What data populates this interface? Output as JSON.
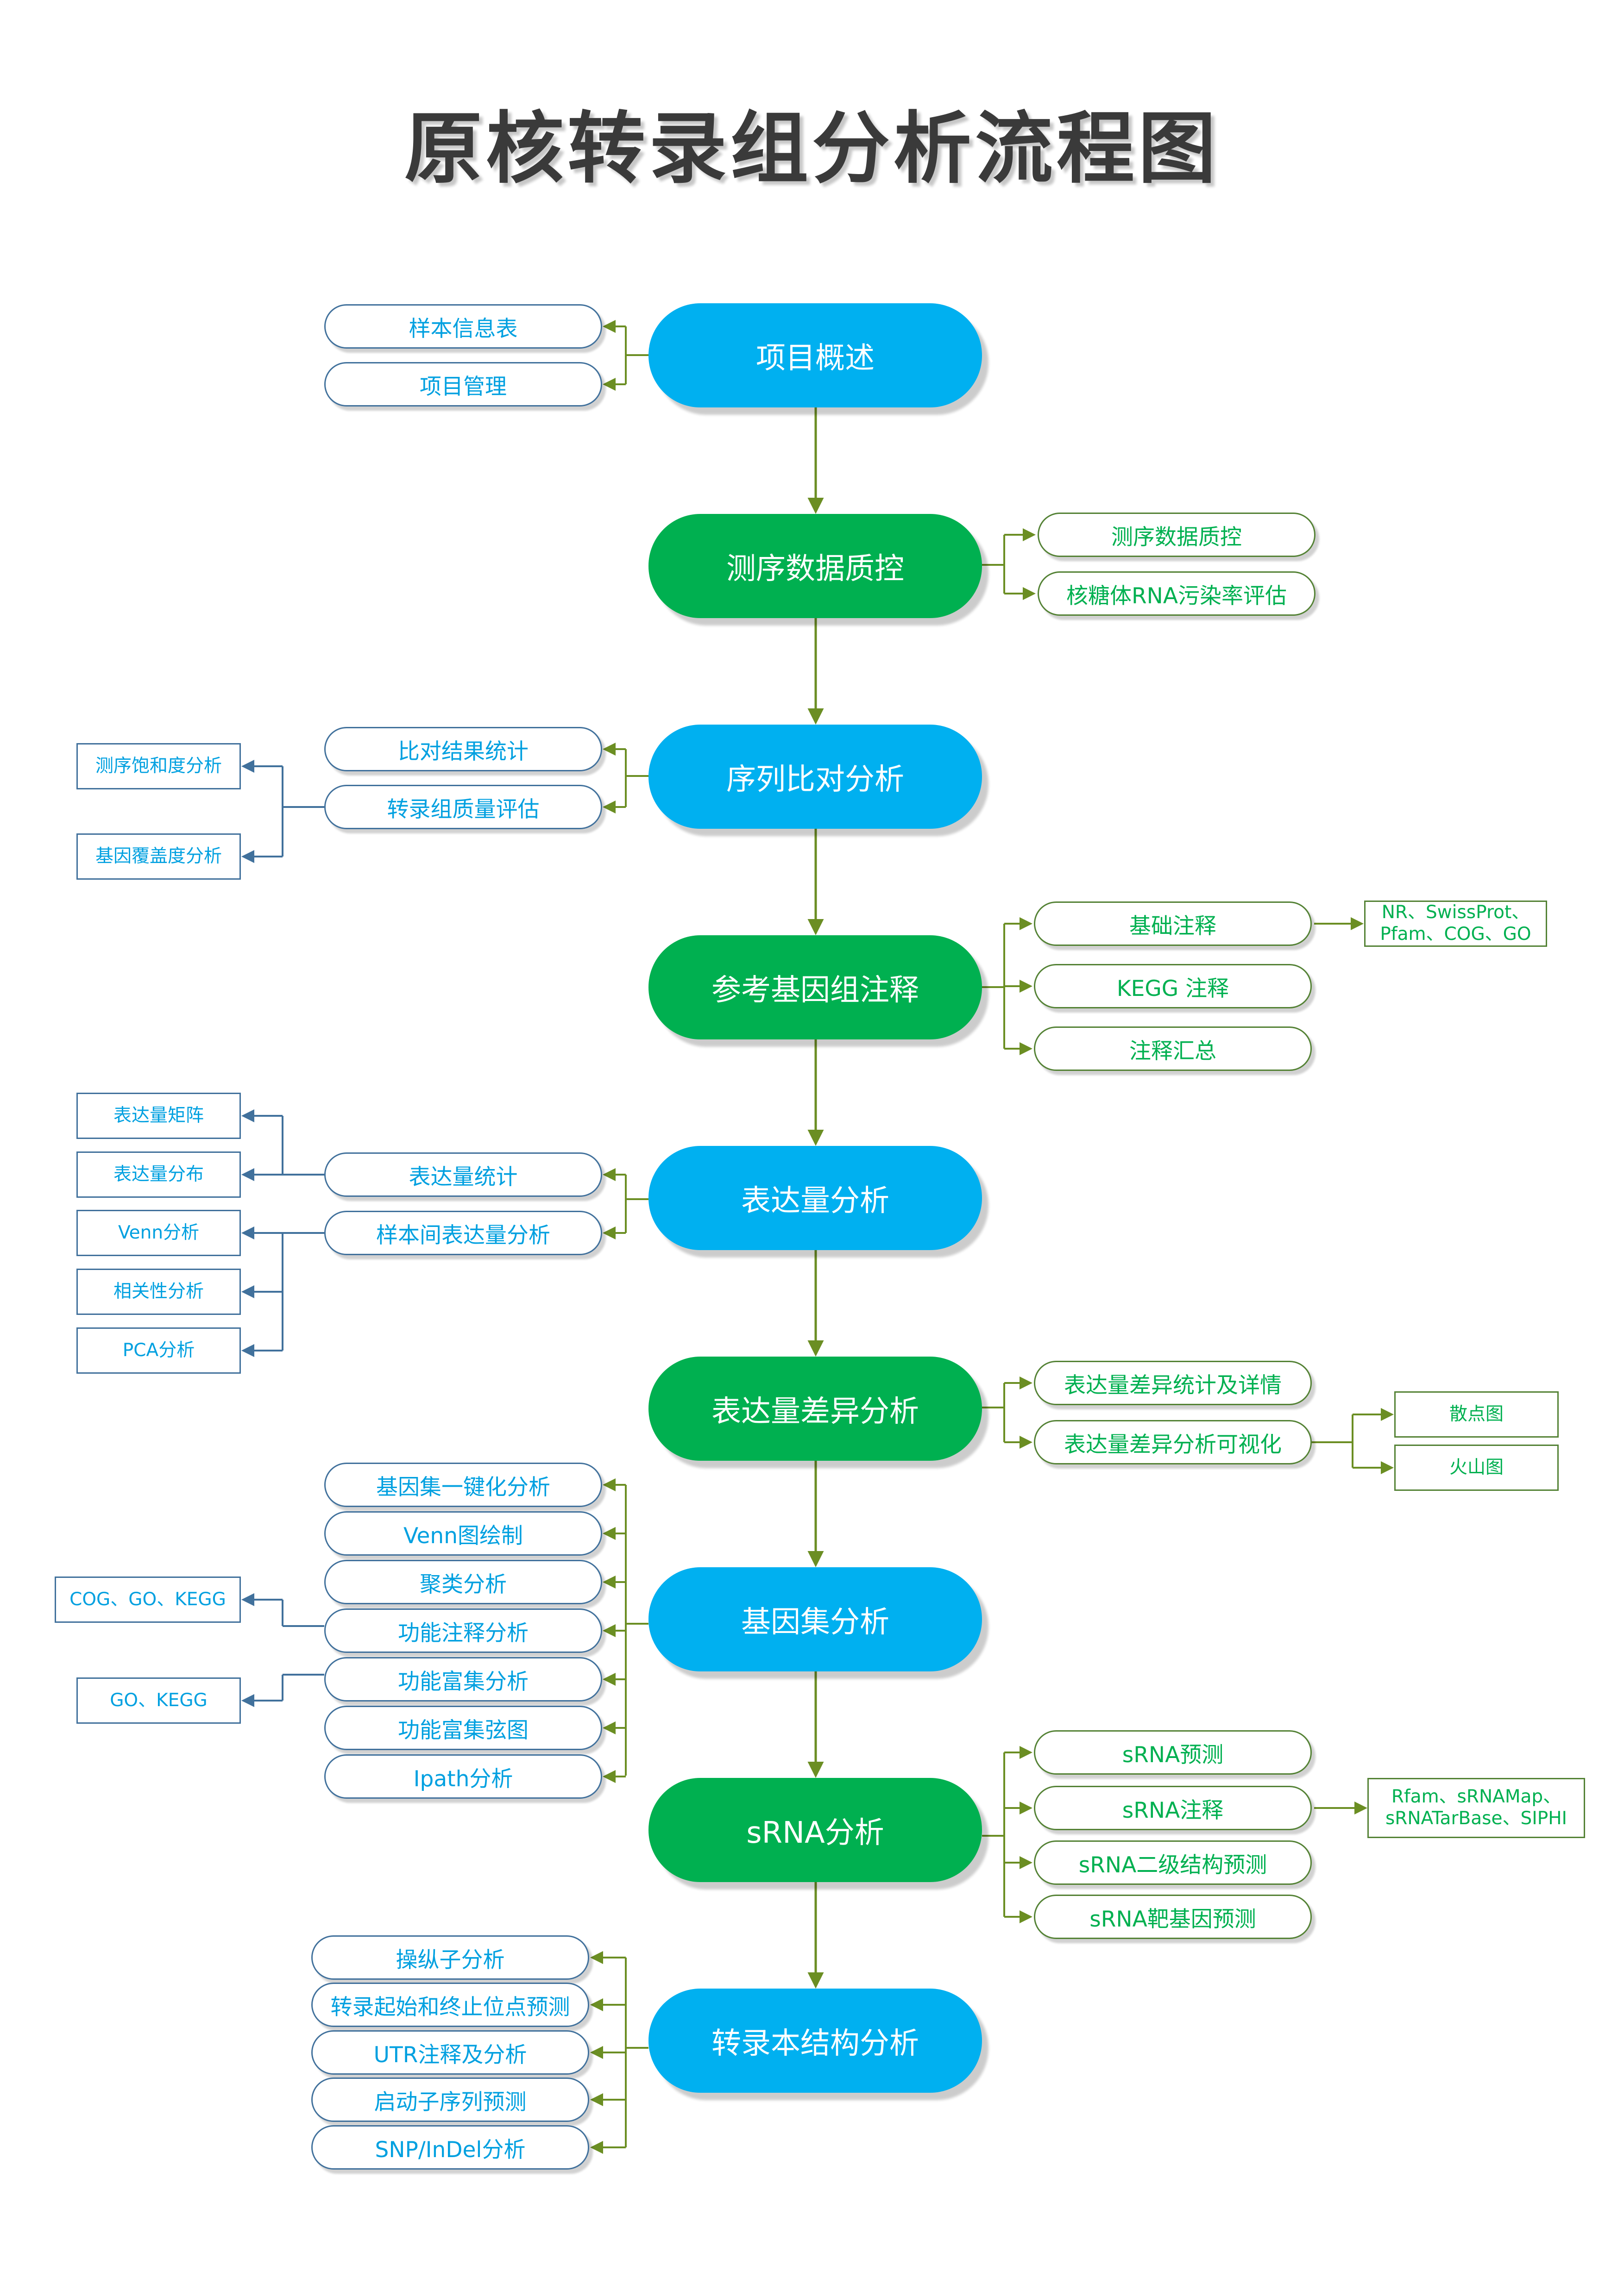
{
  "title": "原核转录组分析流程图",
  "colors": {
    "blue": "#00b0f0",
    "green": "#00b050",
    "blue_line": "#41719c",
    "green_line": "#548235"
  },
  "main_steps": [
    "项目概述",
    "测序数据质控",
    "序列比对分析",
    "参考基因组注释",
    "表达量分析",
    "表达量差异分析",
    "基因集分析",
    "sRNA分析",
    "转录本结构分析"
  ],
  "overview": {
    "items": [
      "样本信息表",
      "项目管理"
    ]
  },
  "qc": {
    "items": [
      "测序数据质控",
      "核糖体RNA污染率评估"
    ]
  },
  "alignment": {
    "items": [
      "比对结果统计",
      "转录组质量评估"
    ],
    "quality_details": [
      "测序饱和度分析",
      "基因覆盖度分析"
    ]
  },
  "annotation": {
    "items": [
      "基础注释",
      "KEGG 注释",
      "注释汇总"
    ],
    "basic_databases": "NR、SwissProt、\nPfam、COG、GO"
  },
  "expression": {
    "items": [
      "表达量统计",
      "样本间表达量分析"
    ],
    "stat_details": [
      "表达量矩阵",
      "表达量分布"
    ],
    "sample_details": [
      "Venn分析",
      "相关性分析",
      "PCA分析"
    ]
  },
  "differential": {
    "items": [
      "表达量差异统计及详情",
      "表达量差异分析可视化"
    ],
    "visual_details": [
      "散点图",
      "火山图"
    ]
  },
  "geneset": {
    "items": [
      "基因集一键化分析",
      "Venn图绘制",
      "聚类分析",
      "功能注释分析",
      "功能富集分析",
      "功能富集弦图",
      "Ipath分析"
    ],
    "annotation_databases": "COG、GO、KEGG",
    "enrichment_databases": "GO、KEGG"
  },
  "srna": {
    "items": [
      "sRNA预测",
      "sRNA注释",
      "sRNA二级结构预测",
      "sRNA靶基因预测"
    ],
    "annotation_databases": "Rfam、sRNAMap、\nsRNATarBase、SIPHI"
  },
  "structure": {
    "items": [
      "操纵子分析",
      "转录起始和终止位点预测",
      "UTR注释及分析",
      "启动子序列预测",
      "SNP/InDel分析"
    ]
  }
}
